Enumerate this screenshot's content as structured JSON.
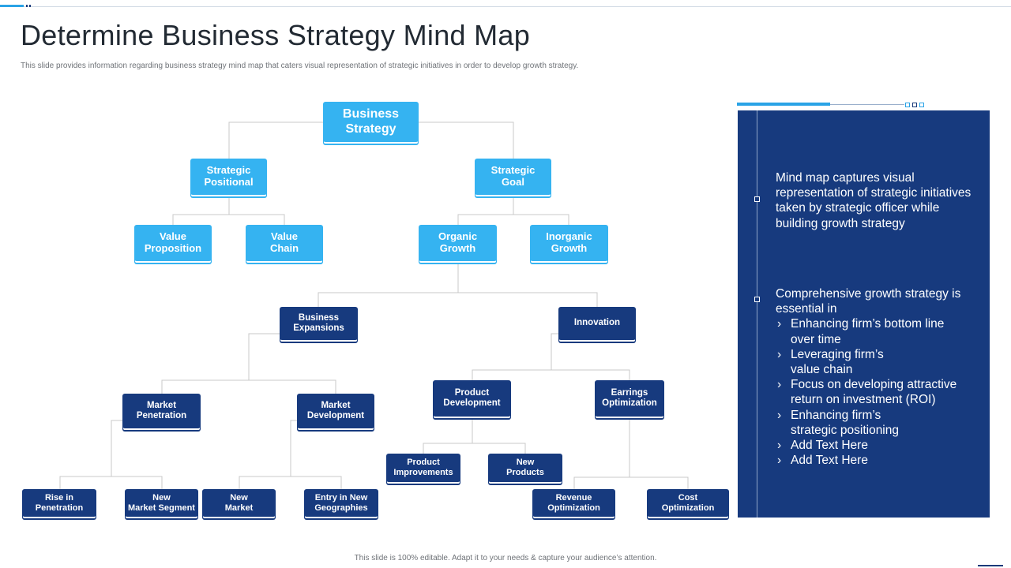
{
  "slide": {
    "title": "Determine Business Strategy Mind Map",
    "subtitle": "This slide provides information regarding business strategy mind map that caters visual representation of strategic initiatives in order to develop growth strategy.",
    "footer": "This slide is 100% editable. Adapt it to your needs & capture your audience’s attention."
  },
  "nodes": {
    "root": [
      "Business",
      "Strategy"
    ],
    "strategic_positional": [
      "Strategic",
      "Positional"
    ],
    "strategic_goal": [
      "Strategic",
      "Goal"
    ],
    "value_proposition": [
      "Value",
      "Proposition"
    ],
    "value_chain": [
      "Value",
      "Chain"
    ],
    "organic_growth": [
      "Organic",
      "Growth"
    ],
    "inorganic_growth": [
      "Inorganic",
      "Growth"
    ],
    "business_expansions": [
      "Business",
      "Expansions"
    ],
    "innovation": [
      "Innovation"
    ],
    "market_penetration": [
      "Market",
      "Penetration"
    ],
    "market_development": [
      "Market",
      "Development"
    ],
    "product_development": [
      "Product",
      "Development"
    ],
    "earrings_optimization": [
      "Earrings",
      "Optimization"
    ],
    "rise_in_penetration": [
      "Rise in",
      "Penetration"
    ],
    "new_market_segment": [
      "New",
      "Market Segment"
    ],
    "new_market": [
      "New",
      "Market"
    ],
    "entry_in_new_geographies": [
      "Entry in New",
      "Geographies"
    ],
    "product_improvements": [
      "Product",
      "Improvements"
    ],
    "new_products": [
      "New",
      "Products"
    ],
    "revenue_optimization": [
      "Revenue",
      "Optimization"
    ],
    "cost_optimization": [
      "Cost",
      "Optimization"
    ]
  },
  "panel": {
    "block1": [
      "Mind map captures visual",
      "representation of strategic initiatives",
      "taken by strategic officer while",
      "building growth strategy"
    ],
    "block2_intro": [
      "Comprehensive growth strategy is",
      "essential in"
    ],
    "block2_items": [
      [
        "Enhancing firm’s bottom line",
        "over time"
      ],
      [
        "Leveraging firm’s",
        "value chain"
      ],
      [
        "Focus on developing attractive",
        "return on investment (ROI)"
      ],
      [
        "Enhancing firm’s",
        "strategic positioning"
      ],
      [
        "Add Text Here"
      ],
      [
        "Add Text Here"
      ]
    ]
  },
  "colors": {
    "light_node": "#35b3f1",
    "dark_node": "#173a7e",
    "connector": "#c8c8c8",
    "accent": "#2aa3e6"
  }
}
